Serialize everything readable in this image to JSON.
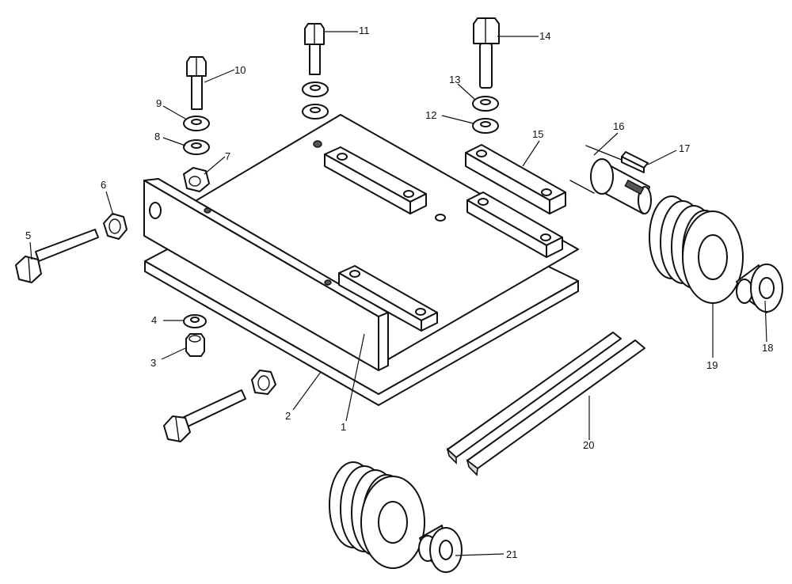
{
  "colors": {
    "line": "#111111",
    "paper": "#ffffff",
    "shade": "#d9d9d9"
  },
  "callouts": [
    {
      "id": "c1",
      "text": "1"
    },
    {
      "id": "c2",
      "text": "2"
    },
    {
      "id": "c3",
      "text": "3"
    },
    {
      "id": "c4",
      "text": "4"
    },
    {
      "id": "c5",
      "text": "5"
    },
    {
      "id": "c6",
      "text": "6"
    },
    {
      "id": "c7",
      "text": "7"
    },
    {
      "id": "c8",
      "text": "8"
    },
    {
      "id": "c9",
      "text": "9"
    },
    {
      "id": "c10",
      "text": "10"
    },
    {
      "id": "c11",
      "text": "11"
    },
    {
      "id": "c12",
      "text": "12"
    },
    {
      "id": "c13",
      "text": "13"
    },
    {
      "id": "c14",
      "text": "14"
    },
    {
      "id": "c15",
      "text": "15"
    },
    {
      "id": "c16",
      "text": "16"
    },
    {
      "id": "c17",
      "text": "17"
    },
    {
      "id": "c18",
      "text": "18"
    },
    {
      "id": "c19",
      "text": "19"
    },
    {
      "id": "c20",
      "text": "20"
    },
    {
      "id": "c21",
      "text": "21"
    }
  ]
}
